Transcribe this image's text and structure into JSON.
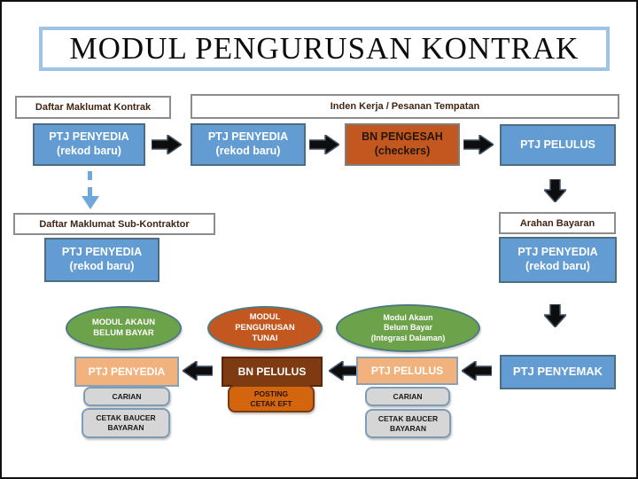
{
  "title": "MODUL PENGURUSAN KONTRAK",
  "headers": {
    "daftar_kontrak": "Daftar Maklumat Kontrak",
    "inden_kerja": "Inden Kerja / Pesanan Tempatan",
    "daftar_subkontraktor": "Daftar Maklumat Sub-Kontraktor",
    "arahan_bayaran": "Arahan Bayaran"
  },
  "nodes": {
    "ptj_penyedia_kontrak": "PTJ PENYEDIA\n(rekod baru)",
    "ptj_penyedia_inden": "PTJ PENYEDIA\n(rekod baru)",
    "bn_pengesah": "BN PENGESAH\n(checkers)",
    "ptj_pelulus_inden": "PTJ PELULUS",
    "ptj_penyedia_subkontraktor": "PTJ PENYEDIA\n(rekod baru)",
    "ptj_penyedia_arahan": "PTJ PENYEDIA\n(rekod baru)",
    "modul_akaun_belum_bayar": "MODUL AKAUN\nBELUM BAYAR",
    "modul_pengurusan_tunai": "MODUL\nPENGURUSAN\nTUNAI",
    "modul_akaun_integrasi": "Modul Akaun\nBelum Bayar\n(Integrasi Dalaman)",
    "ptj_penyedia_bayaran": "PTJ PENYEDIA",
    "bn_pelulus": "BN PELULUS",
    "ptj_pelulus_bayaran": "PTJ PELULUS",
    "ptj_penyemak": "PTJ PENYEMAK",
    "carian_left": "CARIAN",
    "cetak_baucer_left": "CETAK BAUCER\nBAYARAN",
    "posting_cetak_eft": "POSTING\nCETAK EFT",
    "carian_right": "CARIAN",
    "cetak_baucer_right": "CETAK BAUCER\nBAYARAN"
  },
  "colors": {
    "node_blue": "#639CD3",
    "node_orange": "#C2581F",
    "node_peach": "#F2B27E",
    "node_brown": "#7E3B12",
    "node_green": "#6CA24A",
    "node_gray": "#D6D6D6",
    "posting_orange": "#D4650F",
    "title_border_blue": "#9DC3E6",
    "header_text": "#402515",
    "dashed_arrow_blue": "#6FA8DC",
    "solid_arrow": "#0d0d0d"
  }
}
